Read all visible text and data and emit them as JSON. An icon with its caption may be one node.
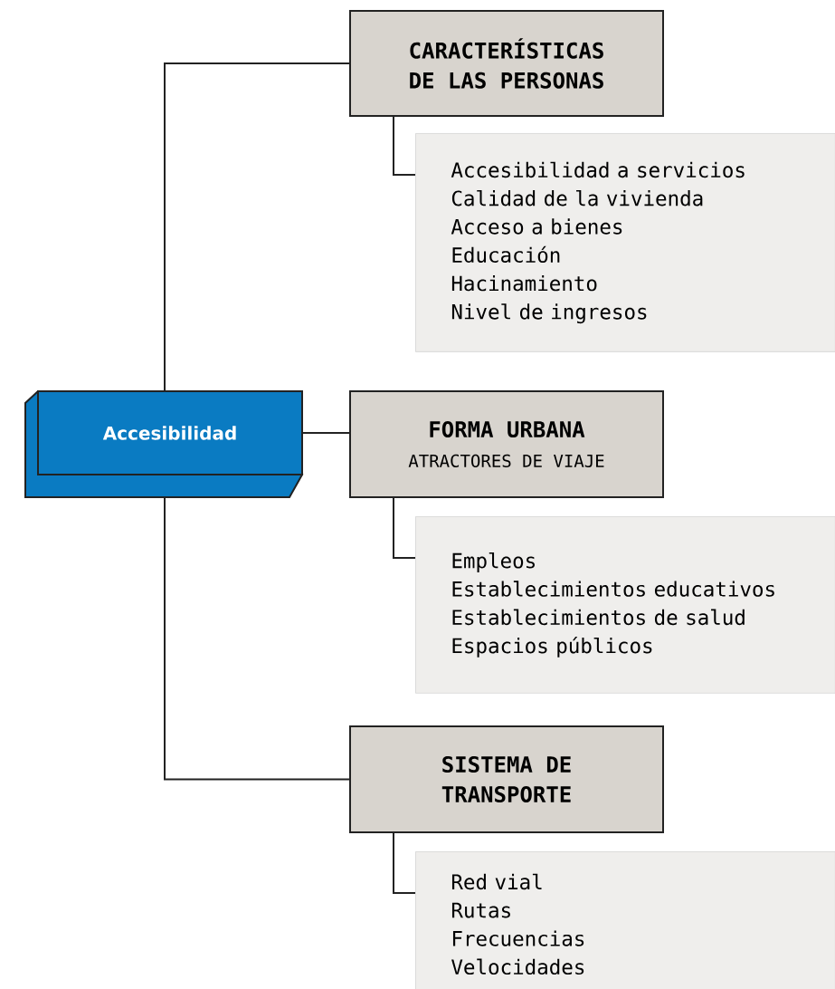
{
  "diagram": {
    "nodes": [
      {
        "text": [
          "Accesibilidad"
        ]
      },
      {
        "text": [
          "CARACTERÍSTICAS DE LAS PERSONAS"
        ]
      },
      {
        "text": [
          "Accesibilidad a servicios",
          "Calidad de la vivienda",
          "Acceso a bienes",
          "Educación",
          "Hacinamiento",
          "Nivel de ingresos"
        ]
      },
      {
        "text": [
          "FORMA URBANA",
          "ATRACTORES DE VIAJE"
        ]
      },
      {
        "text": [
          "Empleos",
          "Establecimientos educativos",
          "Establecimientos de salud",
          "Espacios públicos"
        ]
      },
      {
        "text": [
          "SISTEMA DE TRANSPORTE"
        ]
      },
      {
        "text": [
          "Red vial",
          "Rutas",
          "Frecuencias",
          "Velocidades"
        ]
      }
    ],
    "edges": [
      {
        "from": 0,
        "to": 1,
        "arrow": "none"
      },
      {
        "from": 0,
        "to": 3,
        "arrow": "none"
      },
      {
        "from": 0,
        "to": 5,
        "arrow": "none"
      },
      {
        "from": 1,
        "to": 2,
        "arrow": "none"
      },
      {
        "from": 3,
        "to": 4,
        "arrow": "none"
      },
      {
        "from": 5,
        "to": 6,
        "arrow": "none"
      }
    ]
  }
}
